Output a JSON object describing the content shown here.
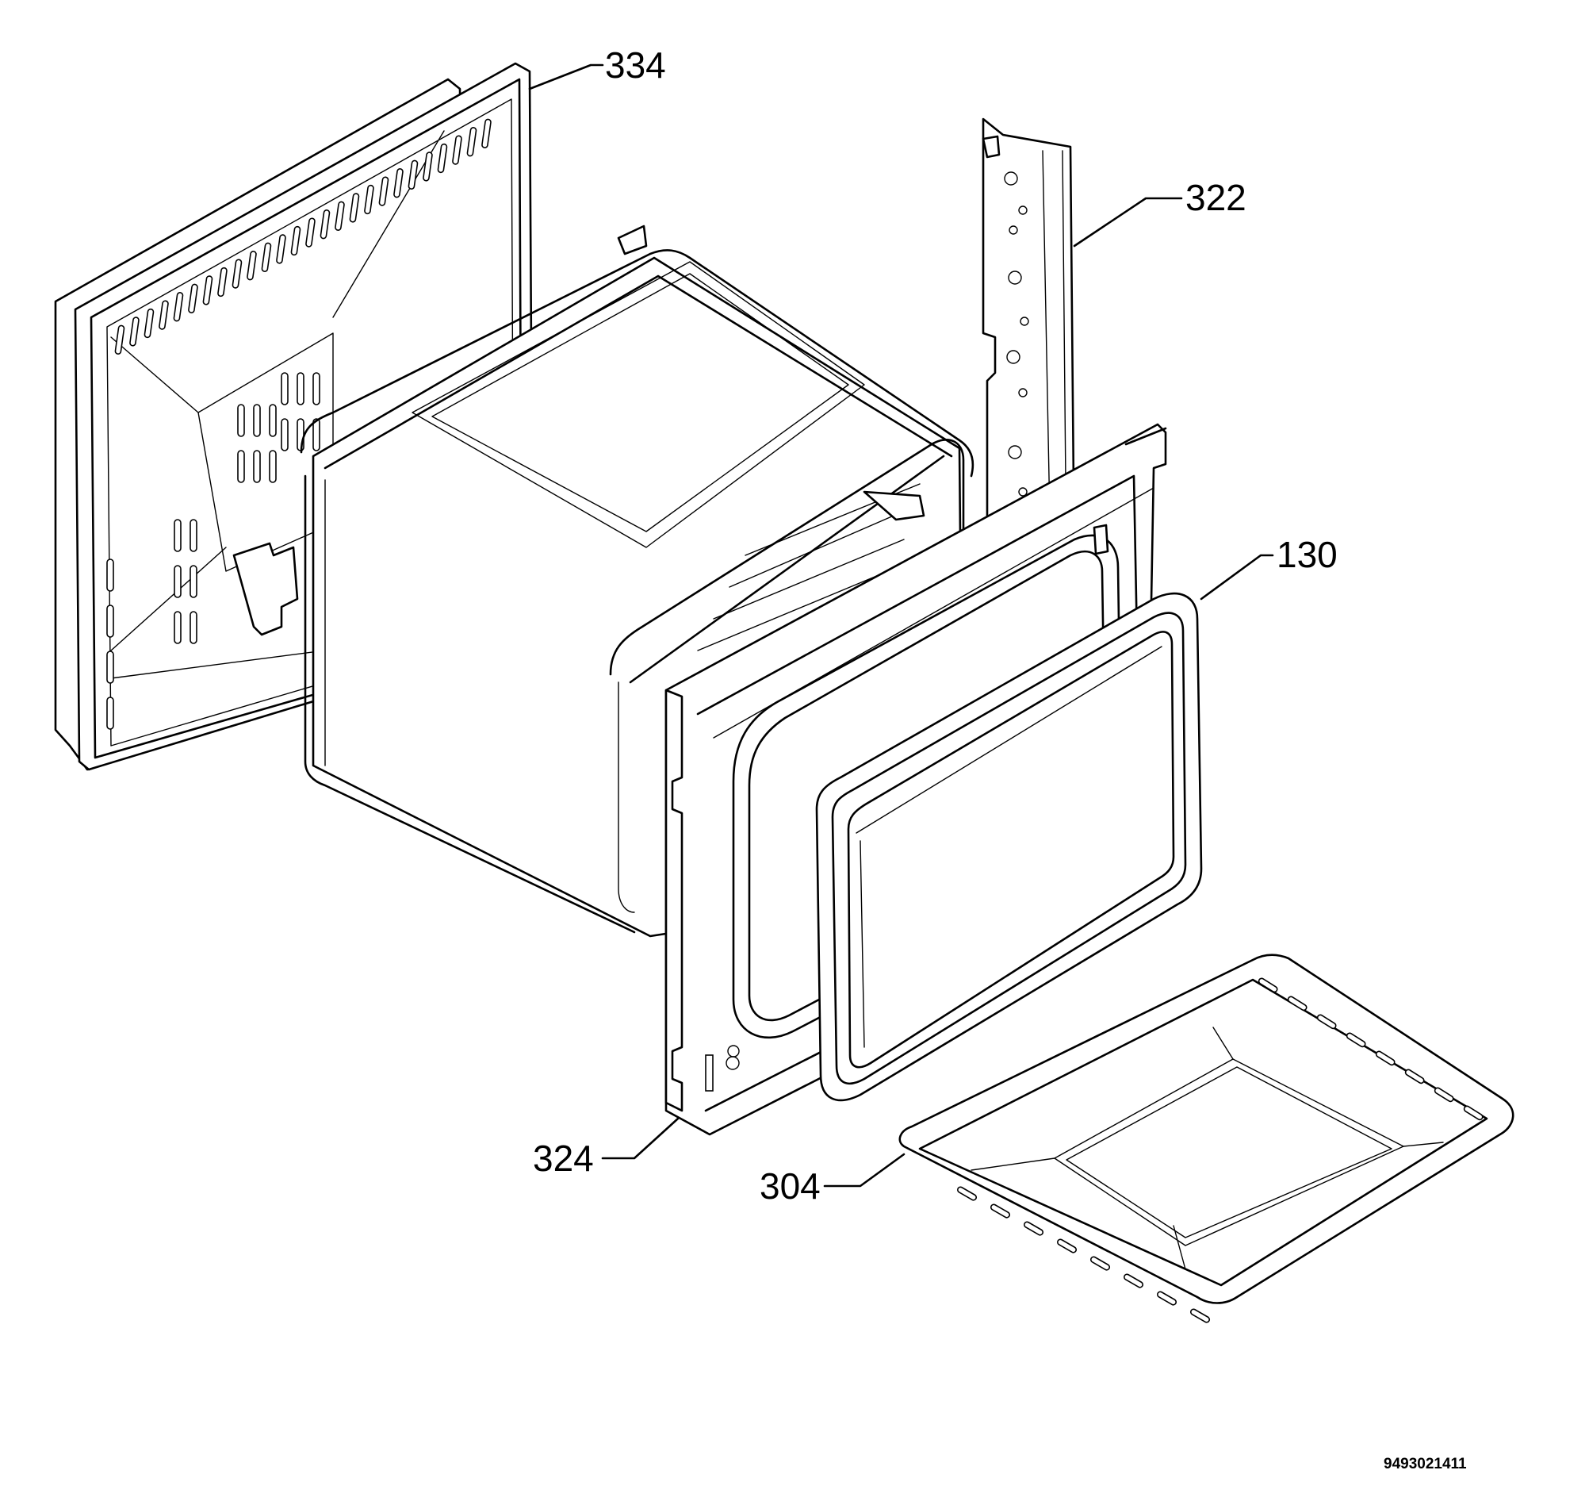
{
  "callouts": {
    "rear_panel": "334",
    "side_rail": "322",
    "door_seal": "130",
    "front_frame": "324",
    "baking_tray": "304"
  },
  "document_number": "9493021411"
}
